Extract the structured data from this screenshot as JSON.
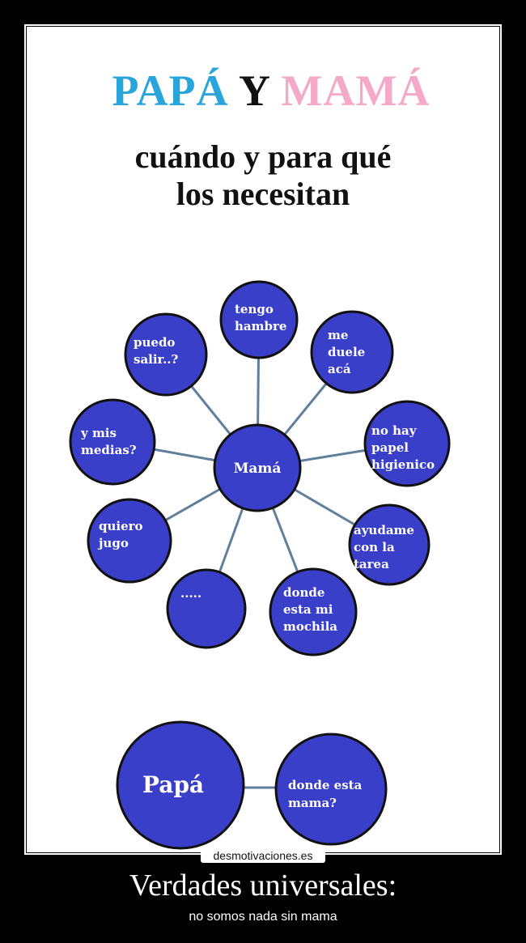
{
  "title": {
    "papa": "PAPÁ",
    "y": "Y",
    "mama": "MAMÁ"
  },
  "subtitle": {
    "line1": "cuándo y para qué",
    "line2": "los  necesitan"
  },
  "colors": {
    "papa": "#2aa5dc",
    "mama": "#f4a9c6",
    "node_fill": "#3a3fc9",
    "node_stroke": "#111111",
    "link": "#5f7f9c"
  },
  "mama_diagram": {
    "center": "Mamá",
    "nodes": [
      {
        "lines": [
          "tengo",
          "hambre"
        ]
      },
      {
        "lines": [
          "me",
          "duele",
          "acá"
        ]
      },
      {
        "lines": [
          "no hay",
          "papel",
          "higienico"
        ]
      },
      {
        "lines": [
          "ayudame",
          "con la",
          "tarea"
        ]
      },
      {
        "lines": [
          "donde",
          "esta mi",
          "mochila"
        ]
      },
      {
        "lines": [
          "....."
        ]
      },
      {
        "lines": [
          "quiero",
          "jugo"
        ]
      },
      {
        "lines": [
          "y mis",
          "medias?"
        ]
      },
      {
        "lines": [
          "puedo",
          "salir..?"
        ]
      }
    ]
  },
  "papa_diagram": {
    "center": "Papá",
    "node": {
      "lines": [
        "donde esta",
        "mama?"
      ]
    }
  },
  "brand": "desmotivaciones.es",
  "caption": "Verdades universales:",
  "sub_caption": "no somos nada sin mama"
}
